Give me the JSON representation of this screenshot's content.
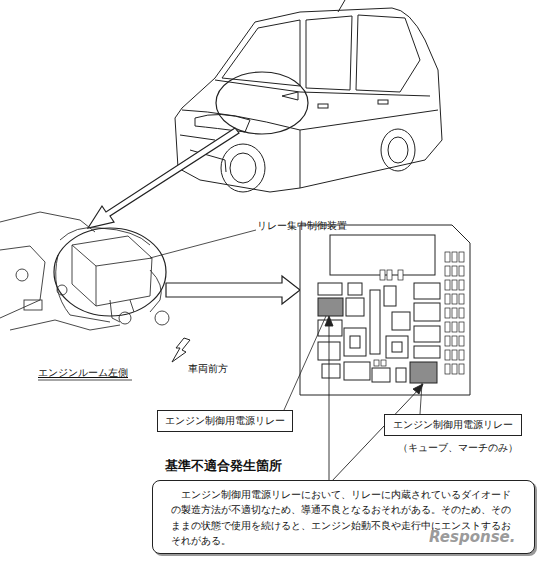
{
  "diagram": {
    "nodes": [
      {
        "text": [
          "エンジン制御用電源リレー"
        ]
      },
      {
        "text": [
          "エンジン制御用電源リレー"
        ]
      },
      {
        "text": [
          "基準不適合発生箇所",
          "エンジン制御用電源リレーにおいて、リレーに内蔵されているダイオードの製造方法が不適切なため、導通不良となるおそれがある。そのため、そのままの状態で使用を続けると、エンジン始動不良や走行中にエンストするおそれがある。"
        ]
      }
    ],
    "labels": [
      "リレー集中制御装置",
      "エンジンルーム左側",
      "車両前方",
      "（キューブ、マーチのみ）",
      "Response."
    ]
  }
}
